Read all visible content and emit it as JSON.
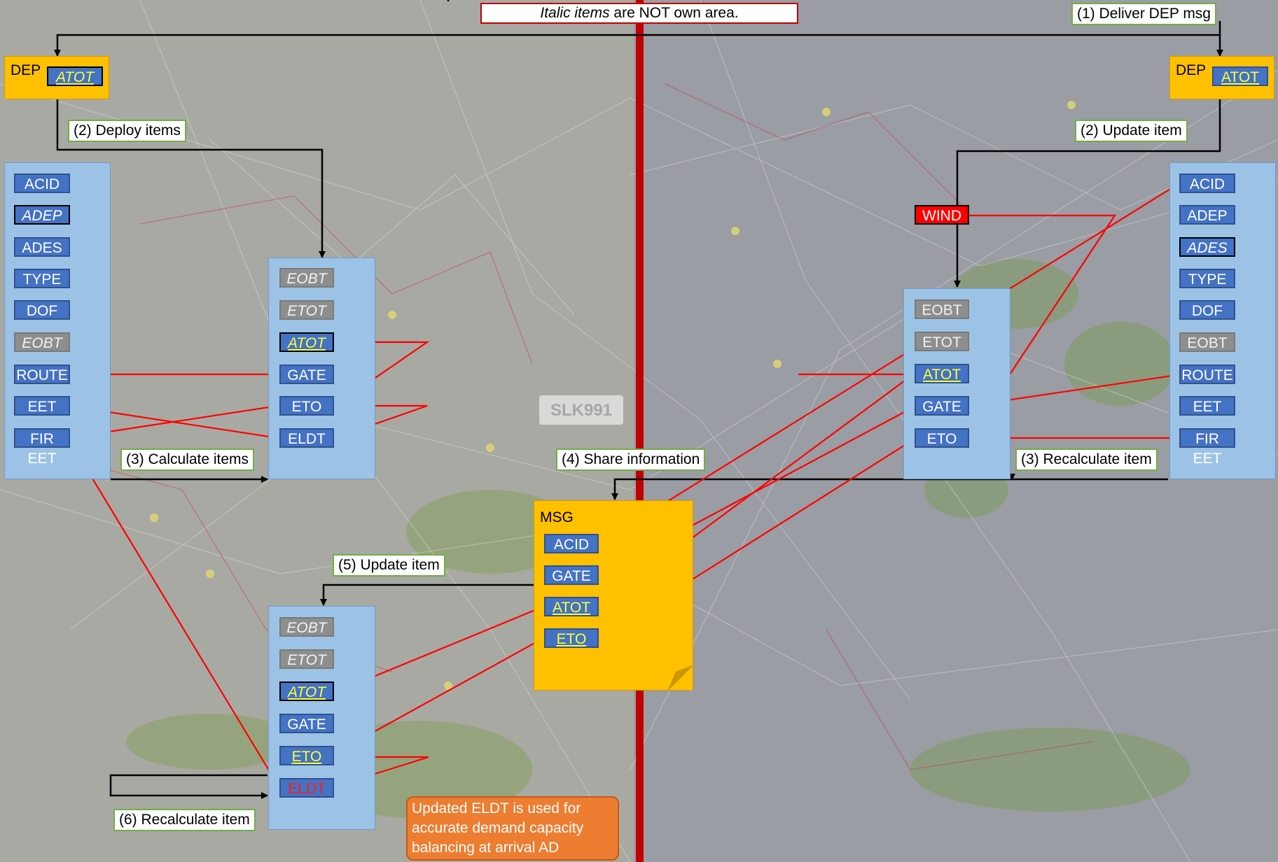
{
  "note": {
    "italic": "Italic items",
    "rest": " are NOT own area."
  },
  "steps": {
    "s1": "(1) Deliver DEP msg",
    "s2_left": "(2) Deploy items",
    "s2_right": "(2) Update item",
    "s3_left": "(3) Calculate items",
    "s3_right": "(3) Recalculate item",
    "s4": "(4) Share information",
    "s5": "(5) Update item",
    "s6": "(6) Recalculate item"
  },
  "dep_left": {
    "label": "DEP",
    "item": "ATOT"
  },
  "dep_right": {
    "label": "DEP",
    "item": "ATOT"
  },
  "left_flight_plan": [
    "ACID",
    "ADEP",
    "ADES",
    "TYPE",
    "DOF",
    "EOBT",
    "ROUTE",
    "EET",
    "FIR EET"
  ],
  "left_calc": [
    "EOBT",
    "ETOT",
    "ATOT",
    "GATE",
    "ETO",
    "ELDT"
  ],
  "right_flight_plan": [
    "ACID",
    "ADEP",
    "ADES",
    "TYPE",
    "DOF",
    "EOBT",
    "ROUTE",
    "EET",
    "FIR EET"
  ],
  "right_calc": [
    "EOBT",
    "ETOT",
    "ATOT",
    "GATE",
    "ETO"
  ],
  "wind": "WIND",
  "msg": {
    "label": "MSG",
    "items": [
      "ACID",
      "GATE",
      "ATOT",
      "ETO"
    ]
  },
  "bottom_calc": [
    "EOBT",
    "ETOT",
    "ATOT",
    "GATE",
    "ETO",
    "ELDT"
  ],
  "callsign": "SLK991",
  "callout": "Updated ELDT is used for accurate demand capacity balancing at arrival AD",
  "colors": {
    "divider": "#c00000",
    "arrow_red": "#ff0000",
    "arrow_black": "#000000",
    "item_blue": "#4472c4",
    "panel_blue": "#9cc3e6",
    "tag_orange": "#ffc000",
    "label_green": "#70ad47"
  }
}
